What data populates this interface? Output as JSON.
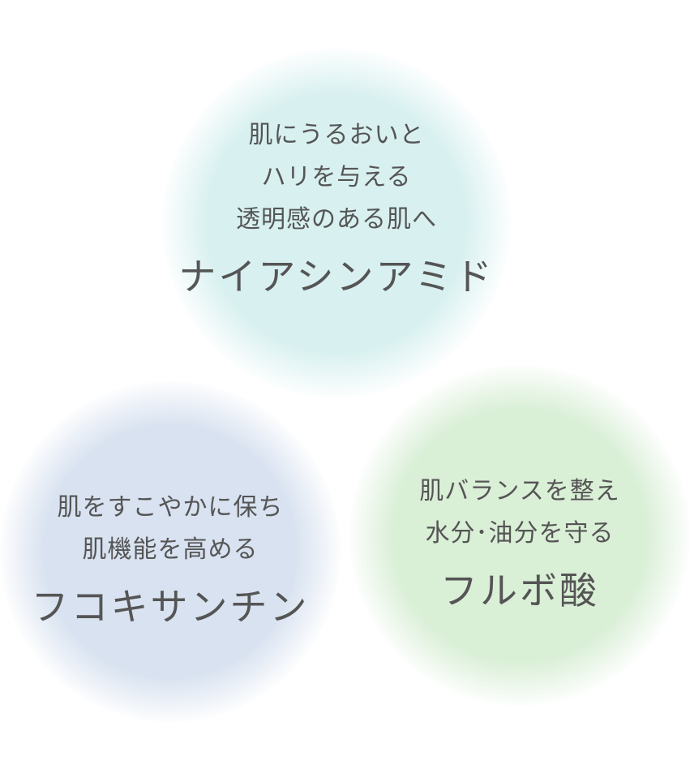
{
  "ingredients": [
    {
      "benefit_lines": [
        "肌にうるおいと",
        "ハリを与える",
        "透明感のある肌へ"
      ],
      "name": "ナイアシンアミド",
      "color": "#d8f0f0"
    },
    {
      "benefit_lines": [
        "肌をすこやかに保ち",
        "肌機能を高める"
      ],
      "name": "フコキサンチン",
      "color": "#d8e2f0"
    },
    {
      "benefit_lines": [
        "肌バランスを整え",
        "水分･油分を守る"
      ],
      "name": "フルボ酸",
      "color": "#d9efd6"
    }
  ]
}
